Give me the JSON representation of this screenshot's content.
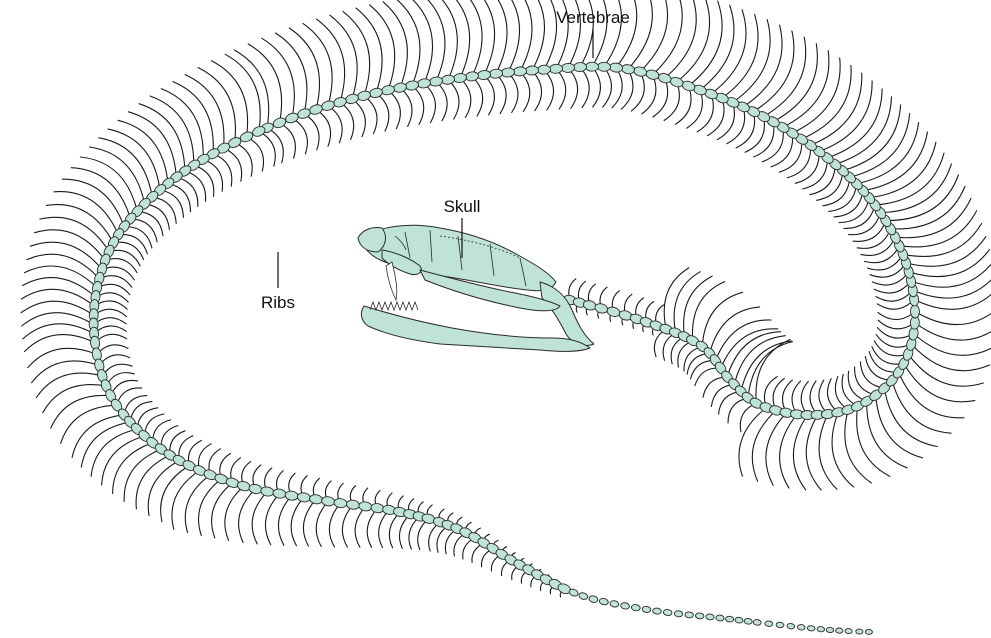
{
  "labels": {
    "vertebrae": "Vertebrae",
    "skull": "Skull",
    "ribs": "Ribs"
  },
  "colors": {
    "bone": "#bfe3d9",
    "outline": "#1a1a1a",
    "background": "#ffffff"
  }
}
